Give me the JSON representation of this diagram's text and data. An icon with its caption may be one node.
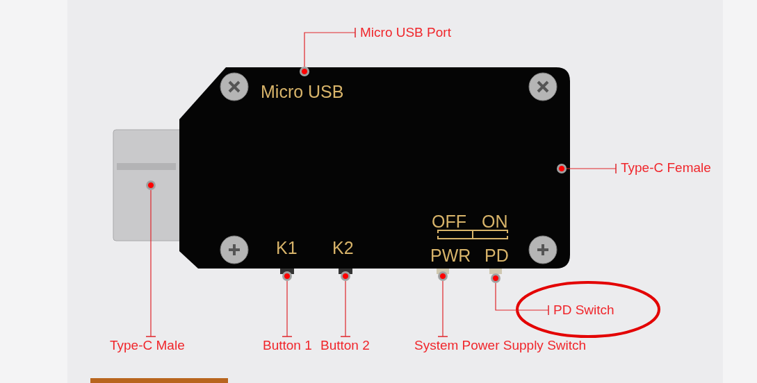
{
  "diagram": {
    "nodes": [
      {
        "text": [
          "Micro USB Port"
        ]
      },
      {
        "text": [],
        "shape": "circle"
      },
      {
        "text": [
          "Type-C Female"
        ]
      },
      {
        "text": [],
        "shape": "circle"
      },
      {
        "text": [
          "Type-C Male"
        ]
      },
      {
        "text": [],
        "shape": "circle"
      },
      {
        "text": [
          "Button 1"
        ]
      },
      {
        "text": [],
        "shape": "circle"
      },
      {
        "text": [
          "Button 2"
        ]
      },
      {
        "text": [],
        "shape": "circle"
      },
      {
        "text": [
          "System Power Supply Switch"
        ]
      },
      {
        "text": [],
        "shape": "circle"
      },
      {
        "text": [
          "PD Switch"
        ]
      },
      {
        "text": [],
        "shape": "circle"
      }
    ],
    "edges": [
      {
        "from": 0,
        "to": 1,
        "arrow": "other"
      },
      {
        "from": 2,
        "to": 3,
        "arrow": "other"
      },
      {
        "from": 4,
        "to": 5,
        "arrow": "other"
      },
      {
        "from": 6,
        "to": 7,
        "arrow": "other"
      },
      {
        "from": 8,
        "to": 9,
        "arrow": "other"
      },
      {
        "from": 10,
        "to": 11,
        "arrow": "other"
      },
      {
        "from": 12,
        "to": 13,
        "arrow": "other"
      }
    ],
    "labels": [
      "Micro USB",
      "K1",
      "K2",
      "OFF",
      "ON",
      "PWR",
      "PD"
    ]
  }
}
